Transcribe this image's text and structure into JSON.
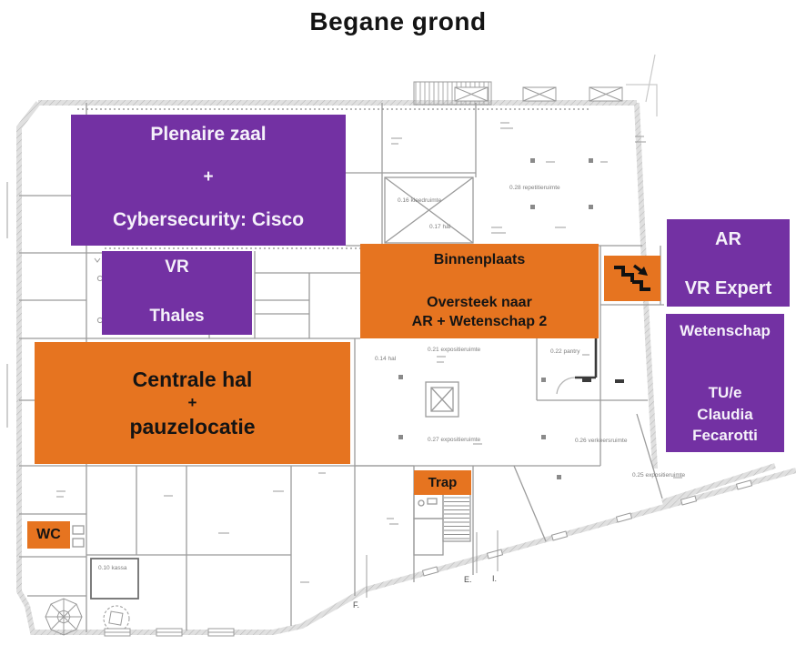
{
  "title": "Begane grond",
  "colors": {
    "purple": "#7331A3",
    "orange": "#E67420",
    "plan_line": "#9b9b9b",
    "plan_dark": "#6f6f6f"
  },
  "rooms": {
    "plenaire": {
      "line1": "Plenaire zaal",
      "line2": "+",
      "line3": "Cybersecurity: Cisco"
    },
    "vr": {
      "line1": "VR",
      "line2": "Thales"
    },
    "binnenplaats": {
      "line1": "Binnenplaats",
      "line2": "Oversteek naar",
      "line3": "AR + Wetenschap 2"
    },
    "centrale_hal": {
      "line1": "Centrale hal",
      "line2": "+",
      "line3": "pauzelocatie"
    },
    "ar": {
      "line1": "AR",
      "line2": "VR Expert"
    },
    "wetenschap": {
      "line1": "Wetenschap",
      "line2": "TU/e",
      "line3": "Claudia",
      "line4": "Fecarotti"
    },
    "trap": {
      "label": "Trap"
    },
    "wc": {
      "label": "WC"
    }
  },
  "plan": {
    "grid_labels": [
      {
        "text": "F."
      },
      {
        "text": "E."
      },
      {
        "text": "I."
      }
    ],
    "room_labels": [
      {
        "text": "0.28 repetitieruimte"
      },
      {
        "text": "0.14 hal"
      },
      {
        "text": "0.10 kassa"
      },
      {
        "text": "0.22 pantry"
      },
      {
        "text": "0.21 expositieruimte"
      },
      {
        "text": "0.27 expositieruimte"
      },
      {
        "text": "0.26 verkeersruimte"
      },
      {
        "text": "0.25 expositieruimte"
      },
      {
        "text": "0.17 hal"
      },
      {
        "text": "0.16 kleedruimte"
      }
    ]
  },
  "icons": {
    "stairs": "stairs-down-right"
  }
}
